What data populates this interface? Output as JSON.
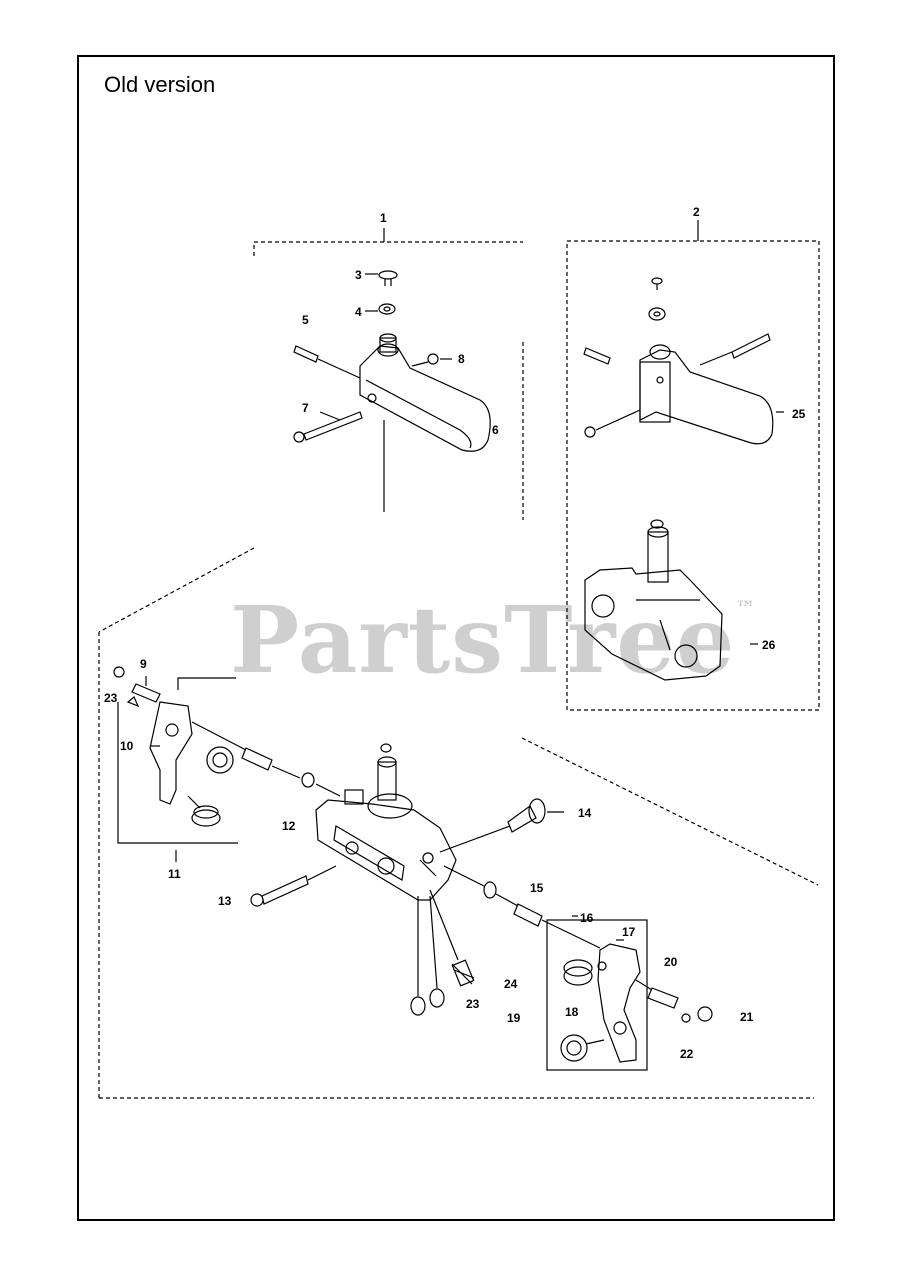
{
  "title": "Old version",
  "watermark": {
    "text": "PartsTree",
    "mark": "™"
  },
  "callouts": [
    {
      "id": "c1",
      "text": "1"
    },
    {
      "id": "c2",
      "text": "2"
    },
    {
      "id": "c3",
      "text": "3"
    },
    {
      "id": "c4",
      "text": "4"
    },
    {
      "id": "c5",
      "text": "5"
    },
    {
      "id": "c6",
      "text": "6"
    },
    {
      "id": "c7",
      "text": "7"
    },
    {
      "id": "c8",
      "text": "8"
    },
    {
      "id": "c9",
      "text": "9"
    },
    {
      "id": "c10",
      "text": "10"
    },
    {
      "id": "c11",
      "text": "11"
    },
    {
      "id": "c12",
      "text": "12"
    },
    {
      "id": "c13",
      "text": "13"
    },
    {
      "id": "c14",
      "text": "14"
    },
    {
      "id": "c15",
      "text": "15"
    },
    {
      "id": "c16",
      "text": "16"
    },
    {
      "id": "c17",
      "text": "17"
    },
    {
      "id": "c18",
      "text": "18"
    },
    {
      "id": "c19",
      "text": "19"
    },
    {
      "id": "c20",
      "text": "20"
    },
    {
      "id": "c21",
      "text": "21"
    },
    {
      "id": "c22",
      "text": "22"
    },
    {
      "id": "c23a",
      "text": "23"
    },
    {
      "id": "c23b",
      "text": "23"
    },
    {
      "id": "c24",
      "text": "24"
    },
    {
      "id": "c25",
      "text": "25"
    },
    {
      "id": "c26",
      "text": "26"
    }
  ]
}
